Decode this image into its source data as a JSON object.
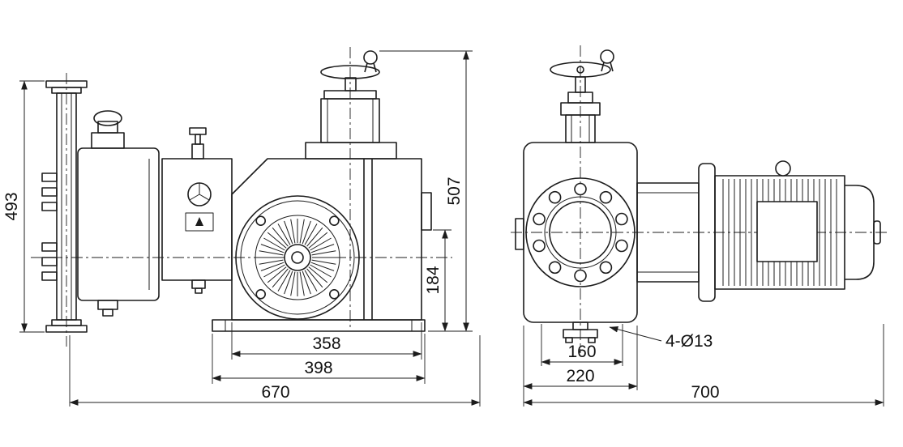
{
  "drawing": {
    "colors": {
      "line": "#1c1c1c",
      "background": "#ffffff"
    },
    "dims": {
      "valve_height": "493",
      "overall_height": "507",
      "port_height": "184",
      "housing_width": "358",
      "base_width": "398",
      "side_overall_width": "670",
      "bolt_spacing": "160",
      "front_base_width": "220",
      "front_overall_width": "700",
      "mounting_holes": "4-Ø13"
    }
  }
}
